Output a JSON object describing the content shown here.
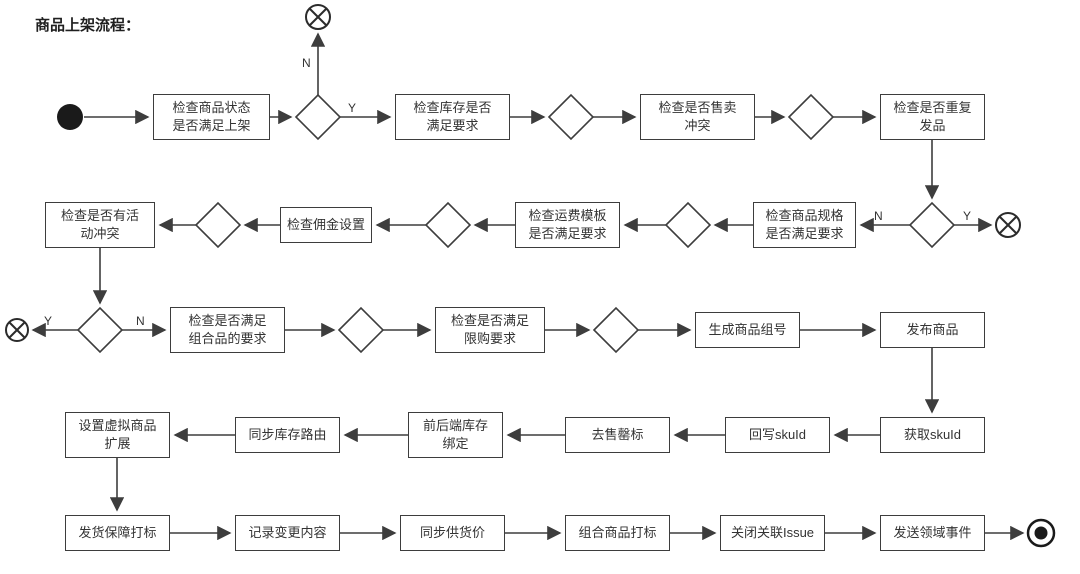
{
  "title": "商品上架流程：",
  "nodes": {
    "check_status": "检查商品状态\n是否满足上架",
    "check_stock": "检查库存是否\n满足要求",
    "check_sale_conflict": "检查是否售卖\n冲突",
    "check_duplicate": "检查是否重复\n发品",
    "check_spec": "检查商品规格\n是否满足要求",
    "check_freight": "检查运费模板\n是否满足要求",
    "check_commission": "检查佣金设置",
    "check_activity_conflict": "检查是否有活\n动冲突",
    "check_combo": "检查是否满足\n组合品的要求",
    "check_purchase_limit": "检查是否满足\n限购要求",
    "gen_group_no": "生成商品组号",
    "publish": "发布商品",
    "get_skuid": "获取skuId",
    "write_back_skuid": "回写skuId",
    "remove_soldout": "去售罄标",
    "bind_stock": "前后端库存\n绑定",
    "sync_stock_route": "同步库存路由",
    "virtual_ext": "设置虚拟商品\n扩展",
    "delivery_mark": "发货保障打标",
    "record_changes": "记录变更内容",
    "sync_supply_price": "同步供货价",
    "combo_mark": "组合商品打标",
    "close_issue": "关闭关联Issue",
    "send_event": "发送领域事件"
  },
  "edge_labels": {
    "d1_n": "N",
    "d1_y": "Y",
    "d4_n": "N",
    "d4_y": "Y",
    "d8_y": "Y",
    "d8_n": "N"
  },
  "colors": {
    "line": "#3d3d3d",
    "text": "#333333",
    "background": "#ffffff"
  }
}
